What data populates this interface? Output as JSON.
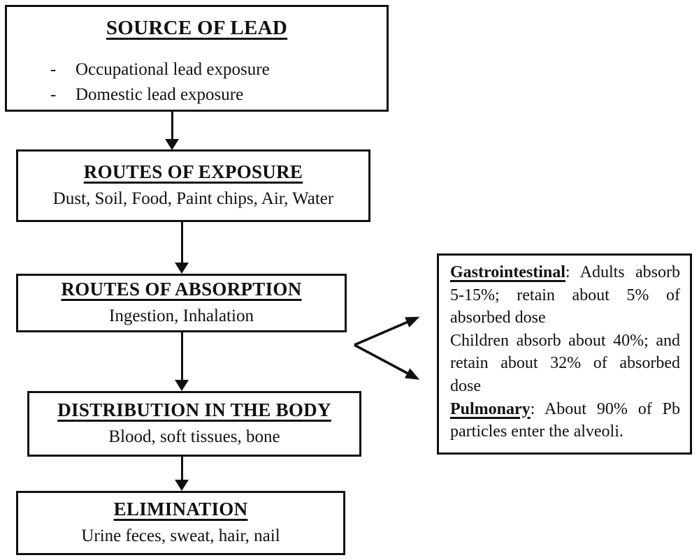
{
  "flow": {
    "source_box": {
      "title": "SOURCE OF LEAD",
      "bullet_marker": "-",
      "bullets": [
        "Occupational lead exposure",
        "Domestic lead exposure"
      ]
    },
    "exposure_box": {
      "title": "ROUTES OF EXPOSURE",
      "body": "Dust, Soil, Food, Paint chips, Air, Water"
    },
    "absorption_box": {
      "title": "ROUTES OF ABSORPTION",
      "body": "Ingestion, Inhalation"
    },
    "distribution_box": {
      "title": "DISTRIBUTION IN THE BODY",
      "body": "Blood, soft tissues, bone"
    },
    "elimination_box": {
      "title": "ELIMINATION",
      "body": "Urine feces, sweat, hair, nail"
    }
  },
  "side_box": {
    "paragraphs": [
      {
        "term": "Gastrointestinal",
        "rest": ": Adults absorb 5-15%; retain about 5% of absorbed dose"
      },
      {
        "term": "",
        "rest": "Children absorb about 40%; and retain about 32% of absorbed dose"
      },
      {
        "term": "Pulmonary",
        "rest": ": About 90% of Pb particles enter the alveoli."
      }
    ]
  },
  "colors": {
    "ink": "#111111",
    "background": "#ffffff"
  }
}
